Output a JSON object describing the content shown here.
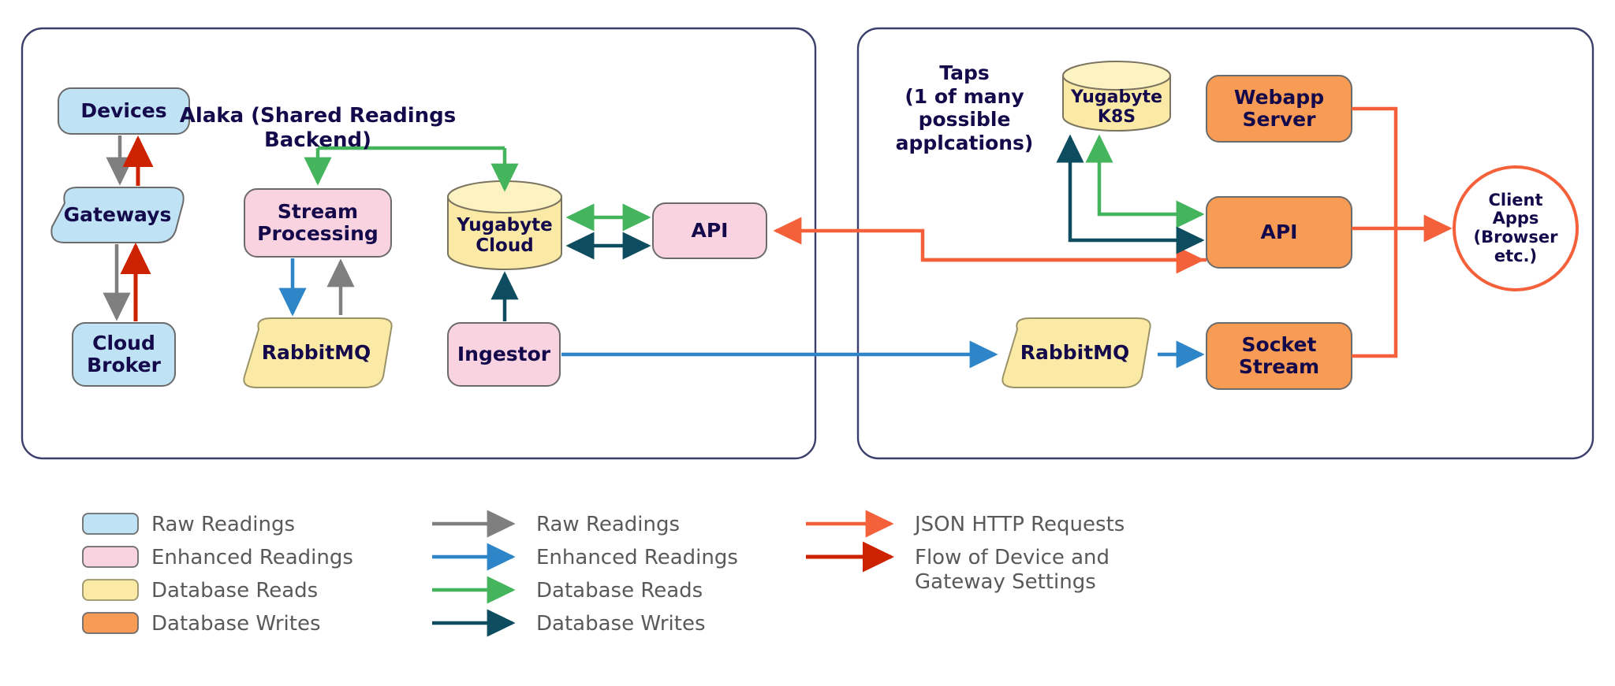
{
  "diagram": {
    "title_left": "Alaka (Shared Readings Backend)",
    "title_right": "Taps\n(1 of many\npossible\napplcations)",
    "panels": [
      {
        "name": "left-panel"
      },
      {
        "name": "right-panel"
      }
    ],
    "left_nodes": [
      {
        "id": "devices",
        "label": "Devices",
        "shape": "rounded-rect",
        "fill": "#bfe2f5"
      },
      {
        "id": "gateways",
        "label": "Gateways",
        "shape": "parallelogram",
        "fill": "#bfe2f5"
      },
      {
        "id": "cloud-broker",
        "label": "Cloud\nBroker",
        "shape": "rounded-rect",
        "fill": "#bfe2f5"
      },
      {
        "id": "stream-processing",
        "label": "Stream\nProcessing",
        "shape": "rounded-rect",
        "fill": "#f9d3e0"
      },
      {
        "id": "rabbitmq-left",
        "label": "RabbitMQ",
        "shape": "parallelogram",
        "fill": "#fbeaa6"
      },
      {
        "id": "yugabyte-cloud",
        "label": "Yugabyte\nCloud",
        "shape": "cylinder",
        "fill": "#fbeaa6"
      },
      {
        "id": "ingestor",
        "label": "Ingestor",
        "shape": "rounded-rect",
        "fill": "#f9d3e0"
      },
      {
        "id": "api-left",
        "label": "API",
        "shape": "rounded-rect",
        "fill": "#f9d3e0"
      }
    ],
    "right_nodes": [
      {
        "id": "yugabyte-k8s",
        "label": "Yugabyte\nK8S",
        "shape": "cylinder",
        "fill": "#fbeaa6"
      },
      {
        "id": "webapp-server",
        "label": "Webapp\nServer",
        "shape": "rounded-rect",
        "fill": "#f79b55"
      },
      {
        "id": "api-right",
        "label": "API",
        "shape": "rounded-rect",
        "fill": "#f79b55"
      },
      {
        "id": "rabbitmq-right",
        "label": "RabbitMQ",
        "shape": "parallelogram",
        "fill": "#fbeaa6"
      },
      {
        "id": "socket-stream",
        "label": "Socket\nStream",
        "shape": "rounded-rect",
        "fill": "#f79b55"
      },
      {
        "id": "client-apps",
        "label": "Client\nApps\n(Browser\netc.)",
        "shape": "circle",
        "fill": "#ffffff"
      }
    ],
    "legend": {
      "swatches": [
        {
          "label": "Raw Readings",
          "color": "#bfe2f5"
        },
        {
          "label": "Enhanced Readings",
          "color": "#f9d3e0"
        },
        {
          "label": "Database Reads",
          "color": "#fbeaa6"
        },
        {
          "label": "Database Writes",
          "color": "#f79b55"
        }
      ],
      "arrows_mid": [
        {
          "label": "Raw Readings",
          "color": "#7f7f7f"
        },
        {
          "label": "Enhanced Readings",
          "color": "#2e86c8"
        },
        {
          "label": "Database Reads",
          "color": "#45b55d"
        },
        {
          "label": "Database Writes",
          "color": "#0d4d5f"
        }
      ],
      "arrows_right": [
        {
          "label": "JSON HTTP Requests",
          "color": "#f4603a"
        },
        {
          "label": "Flow of Device and\nGateway Settings",
          "color": "#cc2200"
        }
      ]
    },
    "colors": {
      "text_dark": "#140a4b",
      "legend_text": "#595959",
      "panel_border": "#3b3f6b",
      "node_stroke": "#6b6b6b",
      "raw_readings": "#7f7f7f",
      "enhanced_readings": "#2e86c8",
      "database_reads": "#45b55d",
      "database_writes": "#0d4d5f",
      "json_http": "#f4603a",
      "settings_flow": "#cc2200"
    }
  }
}
